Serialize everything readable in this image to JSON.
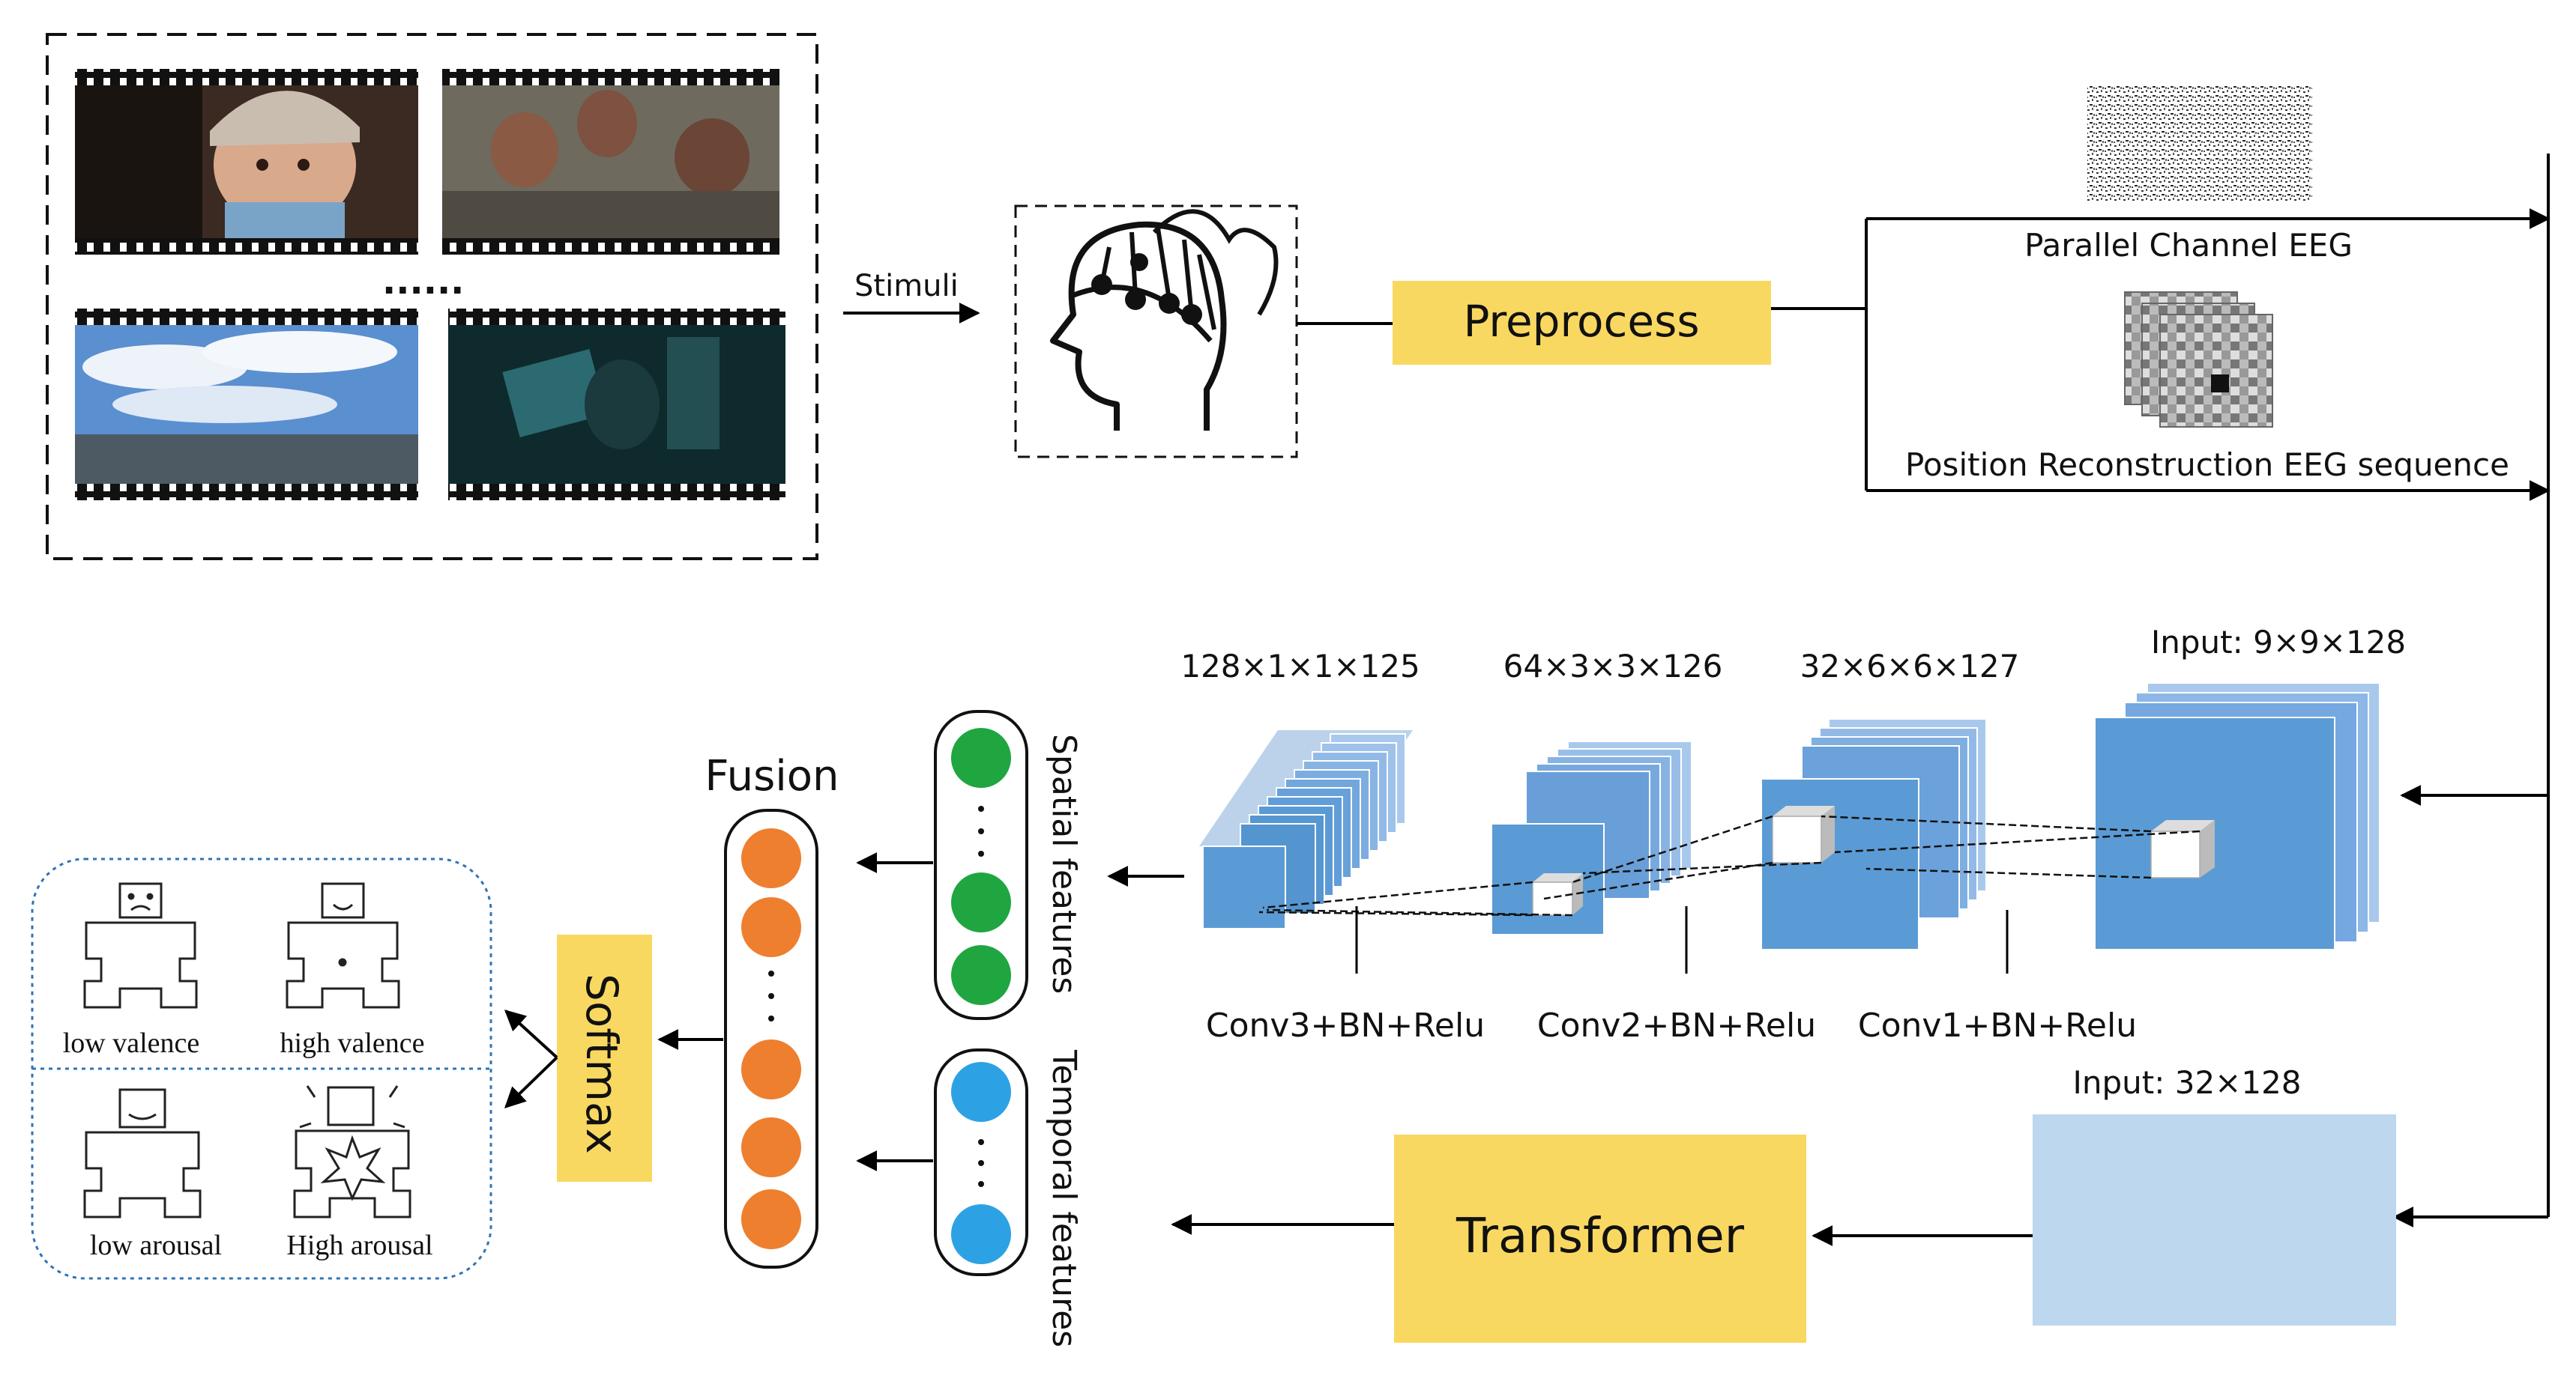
{
  "stimuli": {
    "frames": [
      "baby-clip",
      "children-clip",
      "sky-landscape-clip",
      "dark-car-clip"
    ],
    "dots": "......",
    "arrow_label": "Stimuli"
  },
  "preprocess": {
    "label": "Preprocess"
  },
  "eeg": {
    "parallel_label": "Parallel Channel EEG",
    "position_label": "Position Reconstruction EEG sequence"
  },
  "cnn": {
    "input_label": "Input: 9×9×128",
    "dims": [
      "128×1×1×125",
      "64×3×3×126",
      "32×6×6×127"
    ],
    "conv_labels": [
      "Conv3+BN+Relu",
      "Conv2+BN+Relu",
      "Conv1+BN+Relu"
    ]
  },
  "temporal": {
    "input_label": "Input: 32×128",
    "transformer_label": "Transformer"
  },
  "features": {
    "spatial_label": "Spatial features",
    "temporal_label": "Temporal features",
    "fusion_label": "Fusion"
  },
  "softmax": {
    "label": "Softmax"
  },
  "emotions": [
    "low valence",
    "high valence",
    "low arousal",
    "High arousal"
  ],
  "colors": {
    "yellow": "#F9D862",
    "cube_blue": "#5B9BD5",
    "light_blue": "#BDD7EE",
    "green": "#1FA640",
    "cyan": "#2CA2E4",
    "orange": "#EE7F2F"
  }
}
